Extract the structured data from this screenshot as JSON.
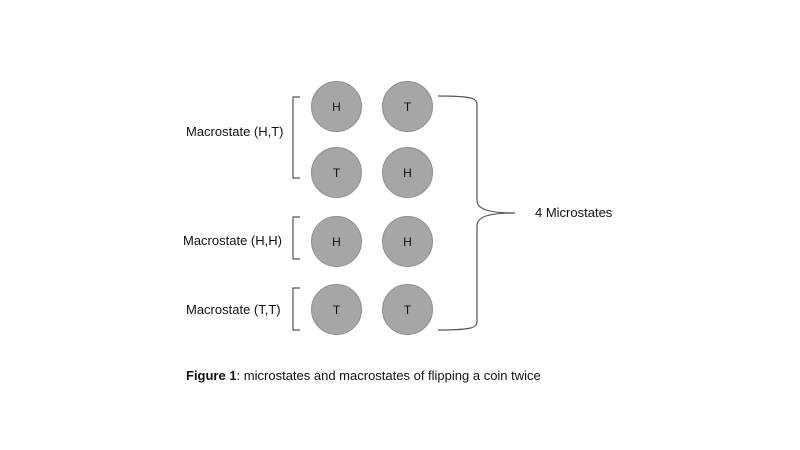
{
  "diagram": {
    "macrostates": [
      {
        "label": "Macrostate (H,T)",
        "microstates": [
          [
            "H",
            "T"
          ],
          [
            "T",
            "H"
          ]
        ]
      },
      {
        "label": "Macrostate (H,H)",
        "microstates": [
          [
            "H",
            "H"
          ]
        ]
      },
      {
        "label": "Macrostate (T,T)",
        "microstates": [
          [
            "T",
            "T"
          ]
        ]
      }
    ],
    "total_label": "4 Microstates",
    "caption": {
      "prefix": "Figure 1",
      "text": ": microstates and macrostates of flipping a coin twice"
    },
    "colors": {
      "coin_fill": "#a6a6a6",
      "coin_border": "#8f8f8f",
      "bracket": "#555555"
    }
  }
}
